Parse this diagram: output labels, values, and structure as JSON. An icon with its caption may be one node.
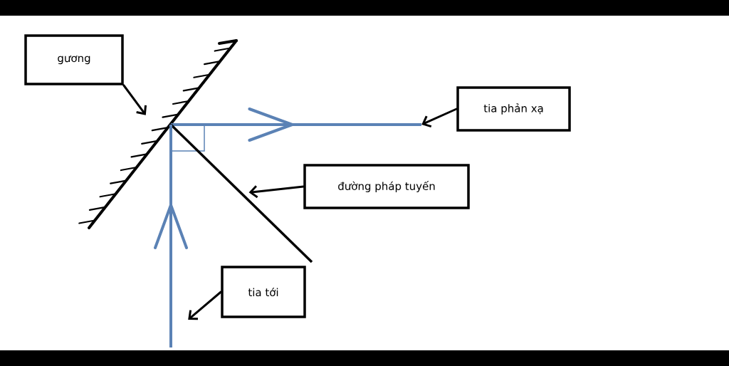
{
  "diagram": {
    "nodes": [
      {
        "text": [
          "gương"
        ]
      },
      {
        "text": [
          "tia phản xạ"
        ]
      },
      {
        "text": [
          "đường pháp tuyến"
        ]
      },
      {
        "text": [
          "tia tới"
        ]
      },
      {
        "text": [],
        "shape": "mirror"
      },
      {
        "text": [],
        "shape": "arrow"
      },
      {
        "text": [],
        "shape": "line"
      },
      {
        "text": [],
        "shape": "arrow"
      }
    ],
    "edges": [
      {
        "from": 0,
        "to": 4,
        "arrow": "to"
      },
      {
        "from": 1,
        "to": 5,
        "arrow": "to"
      },
      {
        "from": 2,
        "to": 6,
        "arrow": "to"
      },
      {
        "from": 3,
        "to": 7,
        "arrow": "to"
      }
    ]
  }
}
